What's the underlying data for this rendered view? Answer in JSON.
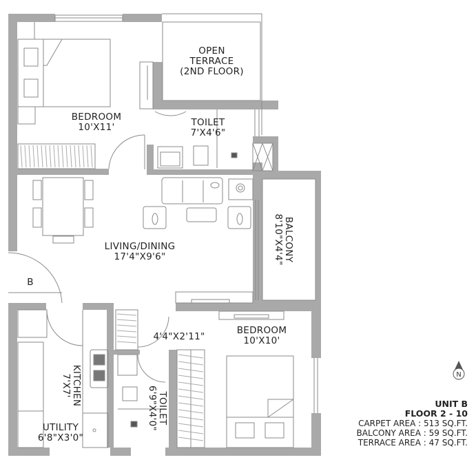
{
  "plan": {
    "title": "Unit B Floor Plan",
    "colors": {
      "wall": "#a9a9a9",
      "line": "#8a8a8a",
      "text": "#222222",
      "background": "#ffffff"
    }
  },
  "rooms": {
    "bedroom1": {
      "name": "BEDROOM",
      "size": "10'X11'"
    },
    "terrace": {
      "line1": "OPEN",
      "line2": "TERRACE",
      "line3": "(2ND FLOOR)"
    },
    "toilet1": {
      "name": "TOILET",
      "size": "7'X4'6\""
    },
    "living": {
      "name": "LIVING/DINING",
      "size": "17'4\"X9'6\""
    },
    "balcony": {
      "name": "BALCONY",
      "size": "8'10\"X4'4\""
    },
    "b_label": "B",
    "passage": {
      "size": "4'4\"X2'11\""
    },
    "bedroom2": {
      "name": "BEDROOM",
      "size": "10'X10'"
    },
    "kitchen": {
      "name": "KITCHEN",
      "size": "7'X7'"
    },
    "toilet2": {
      "name": "TOILET",
      "size": "6'9\"X4'0\""
    },
    "utility": {
      "name": "UTILITY",
      "size": "6'8\"X3'0\""
    }
  },
  "legend": {
    "north_icon": "north-arrow-icon",
    "north_letter": "N",
    "unit": "UNIT B",
    "floor": "FLOOR 2 - 10",
    "carpet_area": "CARPET AREA : 513 SQ.FT.",
    "balcony_area": "BALCONY AREA : 59 SQ.FT.",
    "terrace_area": "TERRACE AREA : 47 SQ.FT."
  }
}
